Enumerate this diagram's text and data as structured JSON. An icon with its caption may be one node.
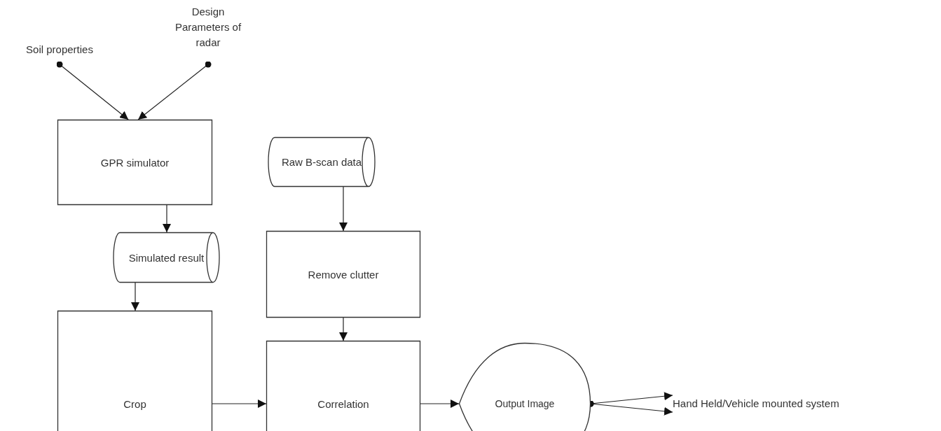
{
  "diagram": {
    "nodes": [
      {
        "text": [
          "Soil properties"
        ]
      },
      {
        "text": [
          "Design Parameters of radar"
        ]
      },
      {
        "text": [
          "GPR simulator"
        ]
      },
      {
        "text": [
          "Simulated result"
        ]
      },
      {
        "text": [
          "Crop"
        ]
      },
      {
        "text": [
          "Raw B-scan data"
        ]
      },
      {
        "text": [
          "Remove clutter"
        ]
      },
      {
        "text": [
          "Correlation"
        ]
      },
      {
        "text": [
          "Output Image"
        ]
      },
      {
        "text": [
          "Hand Held/Vehicle mounted system"
        ]
      }
    ],
    "edges": [
      {
        "from": 0,
        "to": 2,
        "arrow": "to"
      },
      {
        "from": 1,
        "to": 2,
        "arrow": "to"
      },
      {
        "from": 2,
        "to": 3,
        "arrow": "to"
      },
      {
        "from": 3,
        "to": 4,
        "arrow": "to"
      },
      {
        "from": 5,
        "to": 6,
        "arrow": "to"
      },
      {
        "from": 6,
        "to": 7,
        "arrow": "to"
      },
      {
        "from": 4,
        "to": 7,
        "arrow": "to"
      },
      {
        "from": 7,
        "to": 8,
        "arrow": "to"
      },
      {
        "from": 8,
        "to": 9,
        "arrow": "to"
      },
      {
        "from": 8,
        "to": 9,
        "arrow": "to"
      }
    ]
  }
}
